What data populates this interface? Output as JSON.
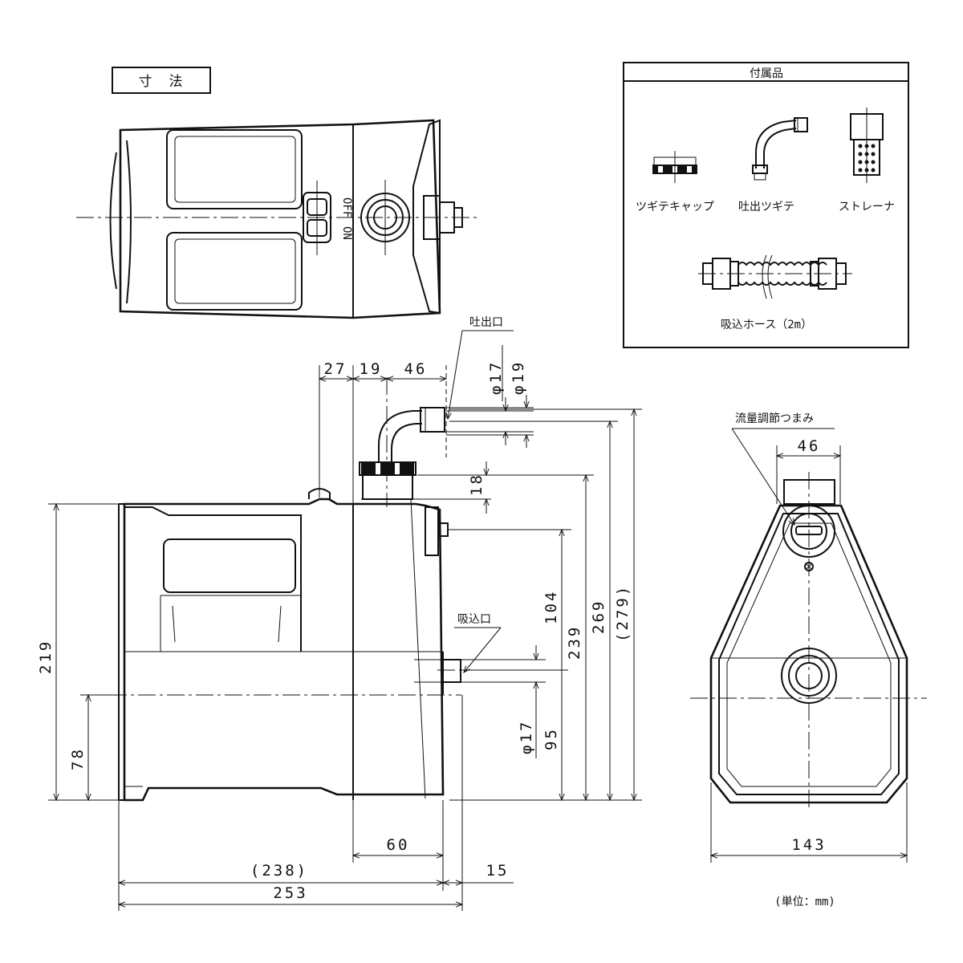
{
  "title_box": "寸　法",
  "accessories": {
    "header": "付属品",
    "items": [
      "ツギテキャップ",
      "吐出ツギテ",
      "ストレーナ"
    ],
    "hose": "吸込ホース（2m）"
  },
  "top_view": {
    "switch_off": "OFF",
    "switch_on": "ON"
  },
  "callouts": {
    "discharge": "吐出口",
    "suction": "吸込口",
    "flow_knob": "流量調節つまみ"
  },
  "dimensions": {
    "d27": "27",
    "d19": "19",
    "d46": "46",
    "phi17_top": "φ17",
    "phi19": "φ19",
    "d18": "18",
    "d104": "104",
    "d239": "239",
    "d269": "269",
    "d279": "(279)",
    "d219": "219",
    "d78": "78",
    "phi17_bottom": "φ17",
    "d95": "95",
    "d60": "60",
    "d238": "(238)",
    "d15": "15",
    "d253": "253",
    "knob46": "46",
    "d143": "143"
  },
  "unit_note": "(単位：mm)"
}
